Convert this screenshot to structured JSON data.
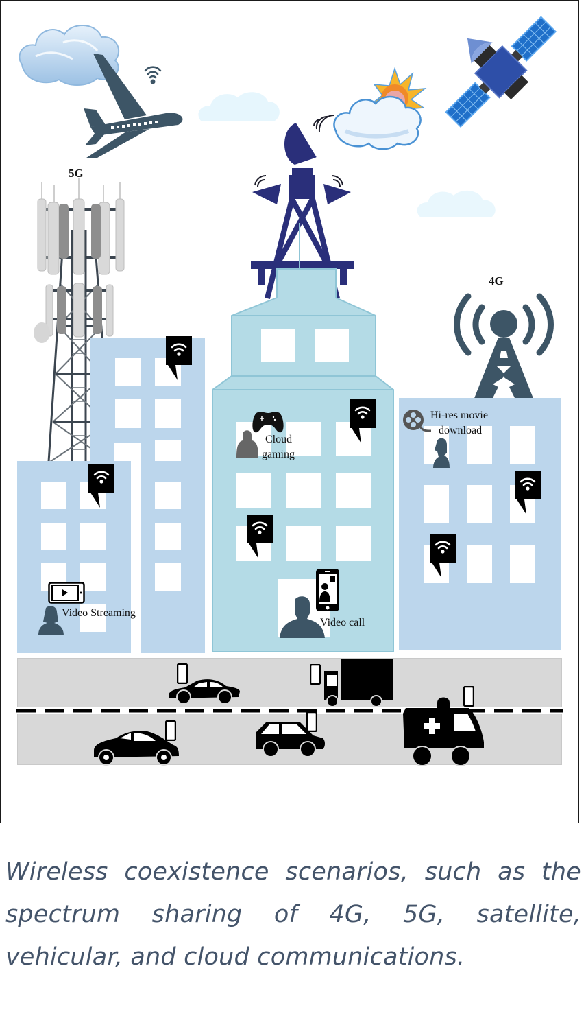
{
  "figure": {
    "labels": {
      "tower_5g": "5G",
      "tower_4g": "4G",
      "video_streaming": "Video Streaming",
      "cloud_gaming_line1": "Cloud",
      "cloud_gaming_line2": "gaming",
      "video_call": "Video call",
      "movie_line1": "Hi-res movie",
      "movie_line2": "download"
    },
    "elements": {
      "sky": [
        "cloud",
        "airplane-with-wifi",
        "sun-behind-cloud",
        "satellite",
        "faint-clouds"
      ],
      "towers": [
        "5G cell tower",
        "satellite ground station with dishes",
        "4G broadcast tower"
      ],
      "buildings": [
        "left-front building",
        "left-back building",
        "central building",
        "right building"
      ],
      "wifi_access_points": 7,
      "vehicles": [
        "sedan (top lane)",
        "box truck (top lane)",
        "ambulance",
        "sedan (bottom lane)",
        "hatchback (bottom lane)"
      ]
    },
    "colors": {
      "building_blue": "#bcd6ec",
      "central_building": "#b4dbe6",
      "dark_slate": "#3d5566",
      "navy_station": "#2a2f7a",
      "road_gray": "#d8d8d8",
      "caption_color": "#44546a"
    }
  },
  "caption": {
    "text": "Wireless coexistence scenarios, such as the spectrum sharing of 4G, 5G, satellite, vehicular, and cloud communications."
  }
}
